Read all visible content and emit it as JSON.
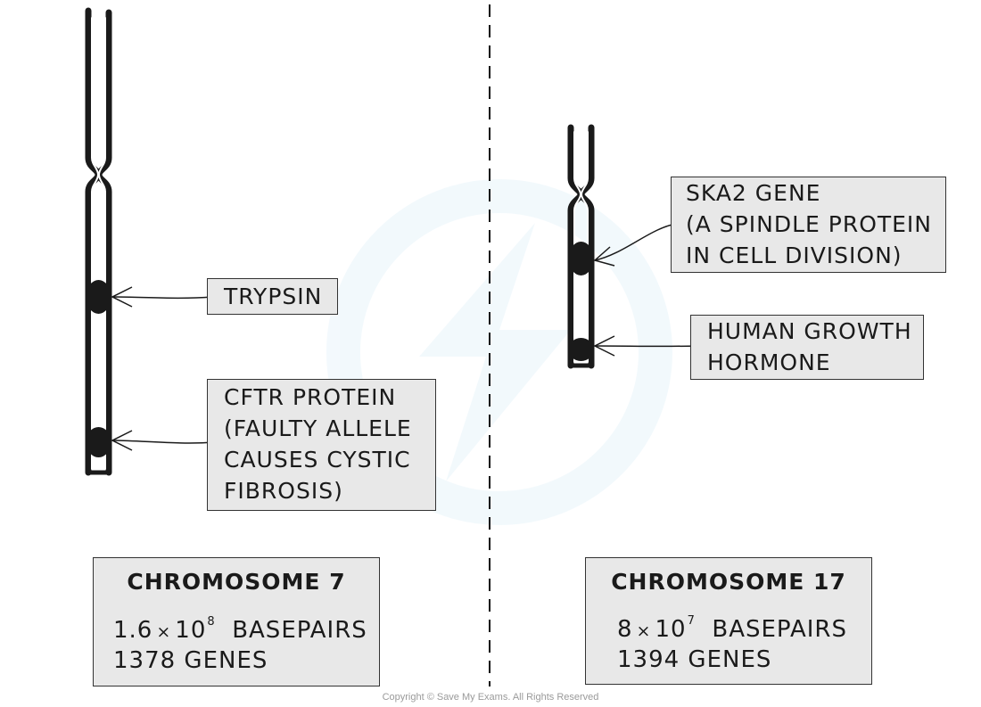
{
  "left": {
    "labels": {
      "trypsin": "TRYPSIN",
      "cftr": [
        "CFTR  PROTEIN",
        "(FAULTY  ALLELE",
        "CAUSES  CYSTIC",
        "FIBROSIS)"
      ]
    },
    "info": {
      "title": "CHROMOSOME  7",
      "bp_mantissa": "1.6",
      "bp_times": "×",
      "bp_base": "10",
      "bp_exponent": "8",
      "bp_unit": "BASEPAIRS",
      "genes": "1378  GENES"
    }
  },
  "right": {
    "labels": {
      "ska2": [
        "SKA2  GENE",
        "(A  SPINDLE  PROTEIN",
        "IN   CELL  DIVISION)"
      ],
      "hgh": [
        "HUMAN  GROWTH",
        "HORMONE"
      ]
    },
    "info": {
      "title": "CHROMOSOME  17",
      "bp_mantissa": "8",
      "bp_times": "×",
      "bp_base": "10",
      "bp_exponent": "7",
      "bp_unit": "BASEPAIRS",
      "genes": "1394  GENES"
    }
  },
  "footer": {
    "copyright": "Copyright © Save My Exams. All Rights Reserved"
  },
  "colors": {
    "chromosome": "#1a1a1a",
    "box_fill": "#e8e8e8",
    "outline": "#333333"
  }
}
